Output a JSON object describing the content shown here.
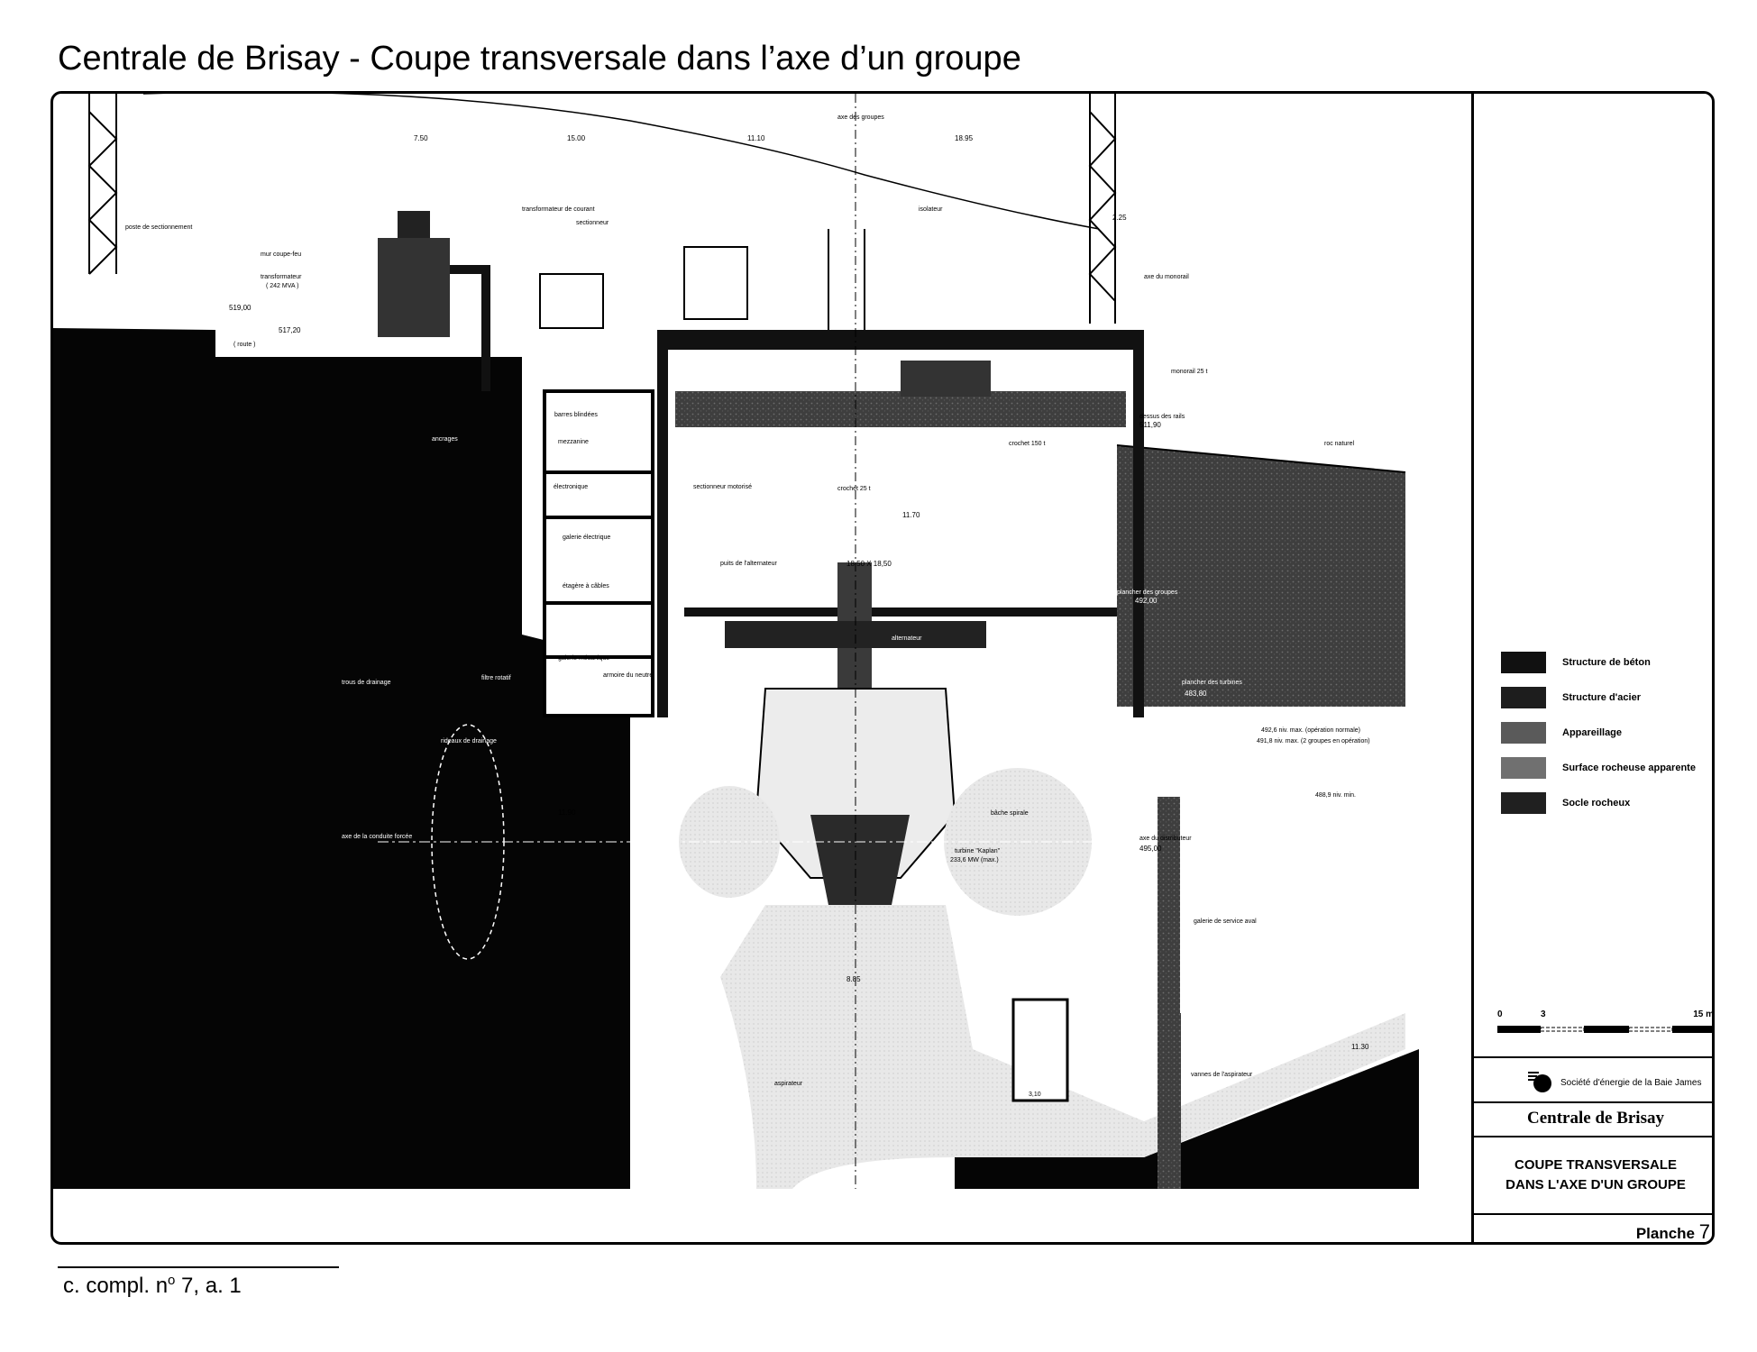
{
  "page": {
    "title": "Centrale de Brisay - Coupe transversale dans l’axe d’un groupe",
    "footnote_prefix": "c. compl. n",
    "footnote_sup": "o",
    "footnote_suffix": " 7, a. 1"
  },
  "drawing": {
    "dimensions": [
      "7.50",
      "15.00",
      "11.10",
      "18.95",
      "2.25",
      "11.70",
      "18,50 X 18,50",
      "11.90",
      "8.85",
      "11.30"
    ],
    "elevations": [
      "519,00",
      "517,20",
      "511,90",
      "492,00",
      "483,80",
      "495,00"
    ],
    "labels": {
      "axe_des_groupes": "axe des groupes",
      "poste_sectionnement": "poste de sectionnement",
      "mur_coupe_feu": "mur coupe-feu",
      "transformateur": "transformateur",
      "transformateur_rating": "( 242 MVA )",
      "route": "( route )",
      "sectionneur": "sectionneur",
      "transformateur_courant": "transformateur de courant",
      "isolateur": "isolateur",
      "axe_monorail": "axe du monorail",
      "monorail": "monorail 25 t",
      "dessus_rails": "dessus des rails",
      "roc_naturel": "roc naturel",
      "ancrages": "ancrages",
      "barres_blindees": "barres blindées",
      "mezzanine": "mezzanine",
      "electronique": "électronique",
      "galerie_electrique": "galerie électrique",
      "etagere_cables": "étagère à câbles",
      "crochet_150": "crochet 150 t",
      "crochet_25": "crochet 25 t",
      "sectionneur_motorise": "sectionneur motorisé",
      "puits_alternateur": "puits de l'alternateur",
      "alternateur": "alternateur",
      "plancher_groupes": "plancher des groupes",
      "galerie_mecanique": "galerie mécanique",
      "armoire_neutre": "armoire du neutre",
      "filtre_rotatif": "filtre rotatif",
      "trous_drainage": "trous de drainage",
      "rideaux_drainage": "rideaux de drainage",
      "plancher_turbines": "plancher des turbines",
      "niveau_max": "492,6 niv. max. (opération normale)",
      "niveau_max2": "491,8 niv. max. (2 groupes en opération)",
      "niveau_min": "488,9 niv. min.",
      "bache_spirale": "bâche spirale",
      "turbine": "turbine \"Kaplan\"",
      "turbine_power": "233,6 MW (max.)",
      "axe_conduite": "axe de la conduite forcée",
      "axe_distributeur": "axe du distributeur",
      "galerie_service_aval": "galerie de service aval",
      "aspirateur": "aspirateur",
      "vannes_aspirateur": "vannes de l'aspirateur",
      "fosse": "3,10"
    }
  },
  "legend": [
    {
      "label": "Structure de béton",
      "color": "#111111"
    },
    {
      "label": "Structure d'acier",
      "color": "#1d1d1d"
    },
    {
      "label": "Appareillage",
      "color": "#5a5a5a"
    },
    {
      "label": "Surface rocheuse apparente",
      "color": "#707070"
    },
    {
      "label": "Socle rocheux",
      "color": "#202020"
    }
  ],
  "scale": {
    "ticks": [
      "0",
      "3",
      "15 m"
    ]
  },
  "title_block": {
    "company": "Société d'énergie de la Baie James",
    "plant": "Centrale de Brisay",
    "section_line1": "COUPE TRANSVERSALE",
    "section_line2": "DANS L'AXE D'UN GROUPE",
    "sheet_label": "Planche",
    "sheet_number": "7"
  }
}
